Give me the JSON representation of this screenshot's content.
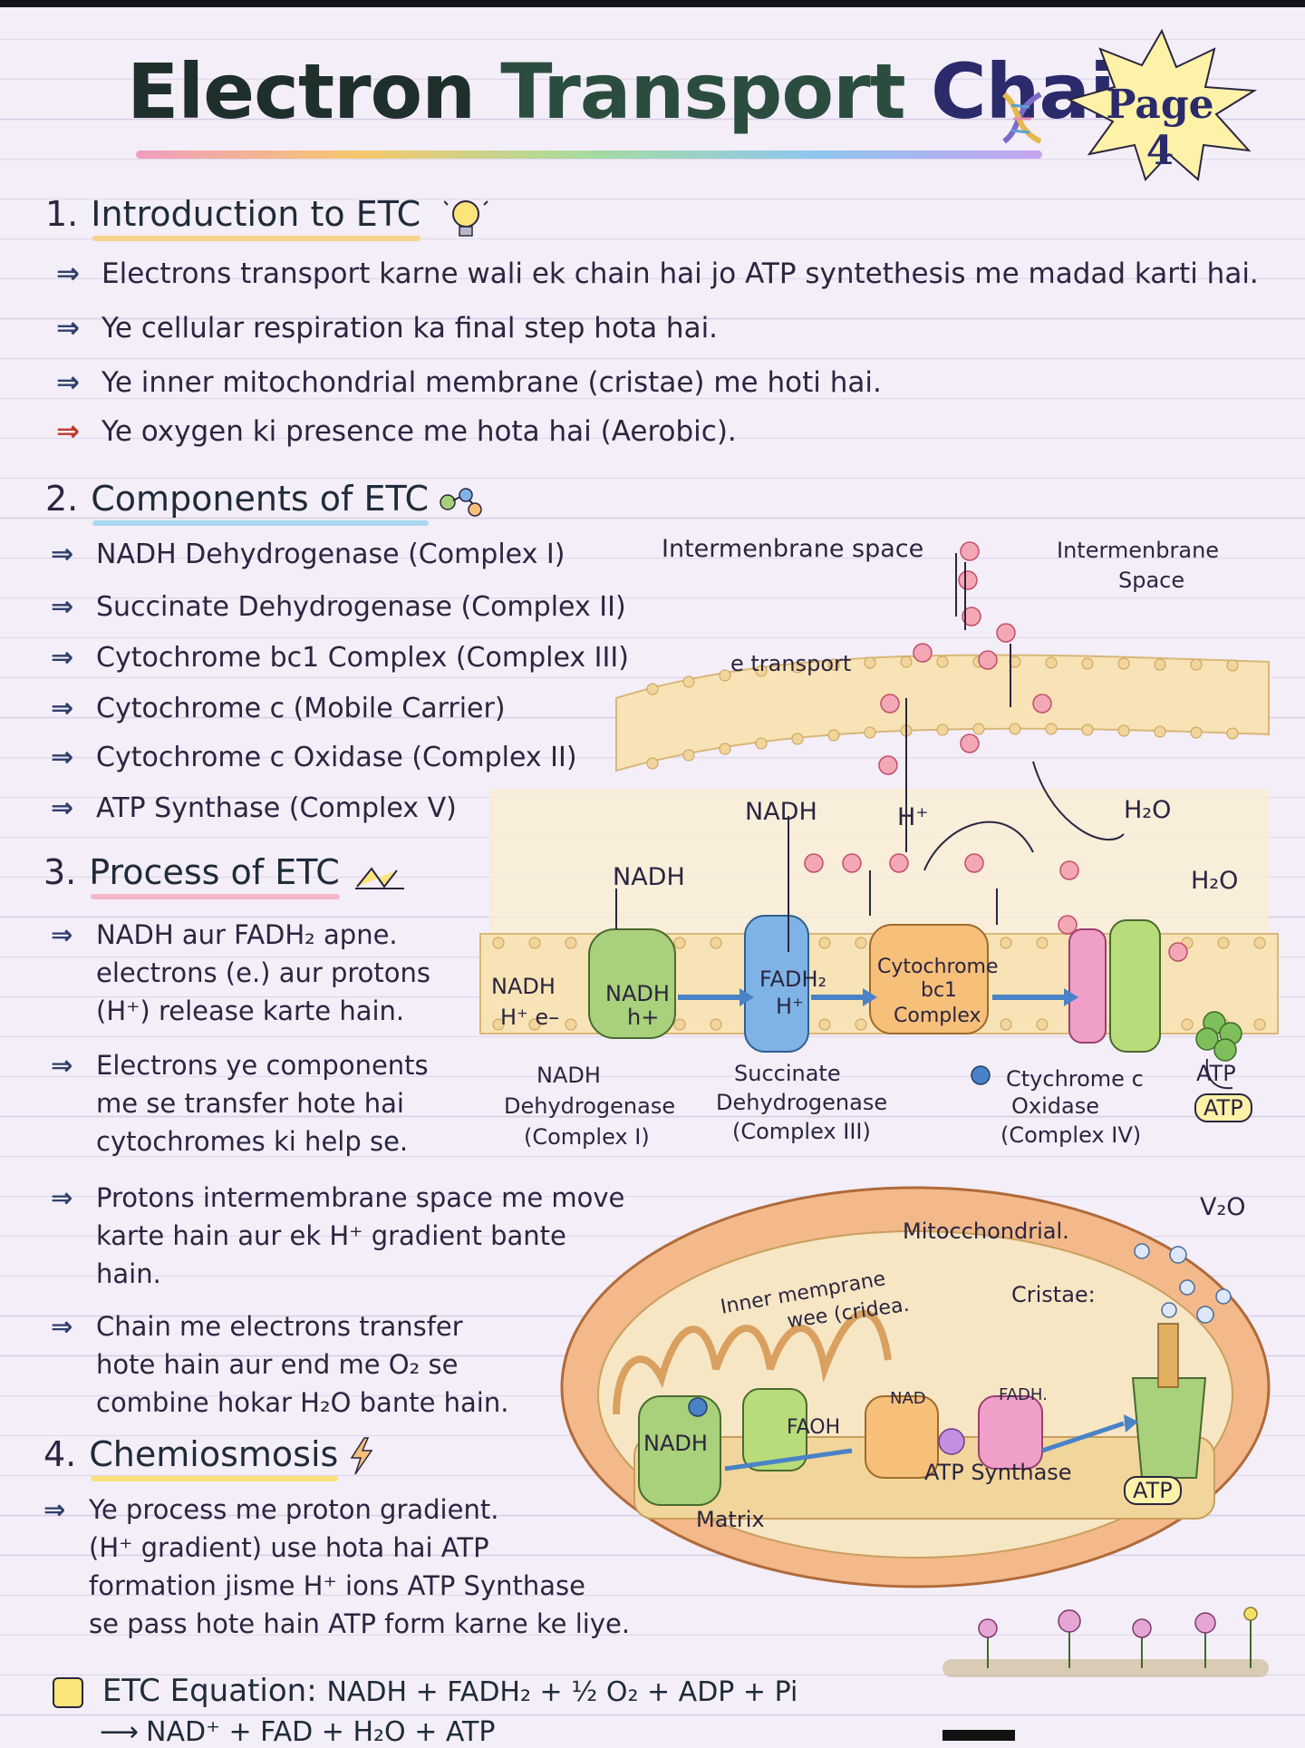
{
  "page": {
    "title_part1": "Electron",
    "title_part2": "Transport",
    "title_part3": "Chain",
    "badge": "Page 4"
  },
  "sections": [
    {
      "number": "1.",
      "title": "Introduction to ETC"
    },
    {
      "number": "2.",
      "title": "Components of ETC"
    },
    {
      "number": "3.",
      "title": "Process of ETC"
    },
    {
      "number": "4.",
      "title": "Chemiosmosis"
    }
  ],
  "intro_bullets": [
    "Electrons transport karne wali ek chain hai jo ATP syntethesis me madad karti hai.",
    "Ye cellular respiration ka final step hota hai.",
    "Ye inner mitochondrial membrane (cristae) me hoti hai.",
    "Ye oxygen ki presence me hota hai (Aerobic)."
  ],
  "components": [
    "NADH Dehydrogenase (Complex I)",
    "Succinate Dehydrogenase (Complex II)",
    "Cytochrome bc1 Complex (Complex III)",
    "Cytochrome c (Mobile Carrier)",
    "Cytochrome c Oxidase (Complex II)",
    "ATP Synthase (Complex V)"
  ],
  "process": {
    "p1_l1": "NADH aur FADH₂ apne.",
    "p1_l2": "electrons (e.) aur protons",
    "p1_l3": "(H⁺) release karte hain.",
    "p2_l1": "Electrons ye components",
    "p2_l2": "me se transfer hote hai",
    "p2_l3": "cytochromes ki help se.",
    "p3_l1": "Protons intermembrane space me move",
    "p3_l2": "karte hain aur ek H⁺ gradient bante",
    "p3_l3": "hain.",
    "p4_l1": "Chain me electrons transfer",
    "p4_l2": "hote hain aur end me O₂ se",
    "p4_l3": "combine hokar H₂O bante hain."
  },
  "chemiosmosis": {
    "l1": "Ye process me proton gradient.",
    "l2": "(H⁺ gradient) use hota hai ATP",
    "l3": "formation jisme H⁺ ions ATP Synthase",
    "l4": "se pass hote hain ATP form karne ke liye."
  },
  "diagram": {
    "ims_left": "Intermenbrane space",
    "ims_right_1": "Intermenbrane",
    "ims_right_2": "Space",
    "e_transport": "e transport",
    "nadh_top": "NADH",
    "h_plus_top": "H⁺",
    "h2o_top": "H₂O",
    "h2o_right": "H₂O",
    "nadh_mid": "NADH",
    "nadh_left": "NADH",
    "he_left": "H⁺ e–",
    "c1_nadh": "NADH",
    "c1_h": "h+",
    "c2_fadh": "FADH₂",
    "c2_h": "H⁺",
    "c3_l1": "Cytochrome",
    "c3_l2": "bc1",
    "c3_l3": "Complex",
    "lbl_c1_1": "NADH",
    "lbl_c1_2": "Dehydrogenase",
    "lbl_c1_3": "(Complex I)",
    "lbl_c2_1": "Succinate",
    "lbl_c2_2": "Dehydrogenase",
    "lbl_c2_3": "(Complex III)",
    "lbl_c4_1": "Ctychrome c",
    "lbl_c4_2": "Oxidase",
    "lbl_c4_3": "(Complex IV)",
    "atp_1": "ATP",
    "atp_2": "ATP"
  },
  "mito": {
    "title": "Mitocchondrial.",
    "v2o": "V₂O",
    "inner_1": "Inner memprane",
    "inner_2": "wee (cridea.",
    "cristae": "Cristae:",
    "nadh": "NADH",
    "faoh": "FAOH",
    "nad": "NAD",
    "fadh": "FADH.",
    "atp_synthase": "ATP Synthase",
    "atp": "ATP",
    "matrix": "Matrix"
  },
  "equation": {
    "label": "ETC Equation:",
    "lhs": "NADH + FADH₂ + ½ O₂ + ADP + Pi",
    "rhs": "NAD⁺ + FAD + H₂O + ATP"
  },
  "colors": {
    "title_dark": "#1f2f2c",
    "title_green": "#2b4d3f",
    "title_purple": "#2b2a6b",
    "arrow": "#2e3f6b",
    "membrane": "#f2d59a",
    "complex_green": "#a9d07a",
    "complex_blue": "#7fb3e6",
    "complex_orange": "#f6c07a",
    "complex_pink": "#f0a0c8",
    "proton": "#f4a7b5"
  }
}
